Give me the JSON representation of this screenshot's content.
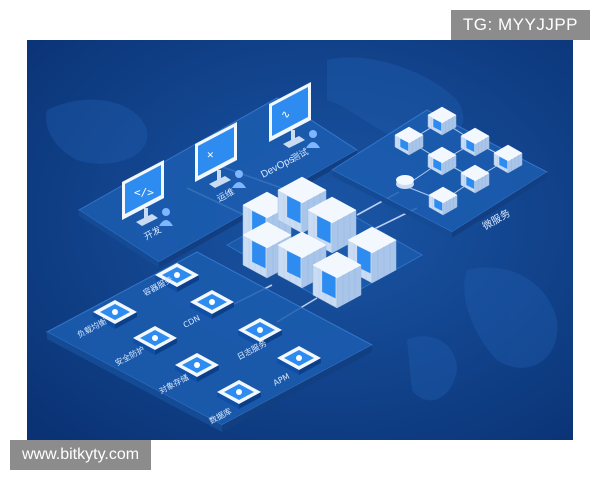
{
  "watermarks": {
    "top_right": "TG: MYYJJPP",
    "bottom_left": "www.bitkyty.com"
  },
  "colors": {
    "background": "#0d3f86",
    "platform": "#1c5db0",
    "platform_edge": "#3b7fd4",
    "cube_top": "#f3f8ff",
    "cube_left": "#c9dcf3",
    "cube_right": "#a9c6ea",
    "service_tile": "#2e8cf0",
    "label": "#d8e8ff"
  },
  "devops": {
    "label": "DevOps",
    "monitors": [
      {
        "label": "开发",
        "icon": "code-icon"
      },
      {
        "label": "运维",
        "icon": "tools-icon"
      },
      {
        "label": "测试",
        "icon": "pulse-icon"
      }
    ]
  },
  "microservices": {
    "label": "微服务"
  },
  "services": [
    {
      "label": "容器服务",
      "icon": "container-icon"
    },
    {
      "label": "CDN",
      "icon": "network-icon"
    },
    {
      "label": "负载均衡",
      "icon": "balance-icon"
    },
    {
      "label": "安全防护",
      "icon": "shield-icon"
    },
    {
      "label": "日志服务",
      "icon": "log-icon"
    },
    {
      "label": "对象存储",
      "icon": "storage-icon"
    },
    {
      "label": "APM",
      "icon": "chart-icon"
    },
    {
      "label": "数据库",
      "icon": "database-icon"
    }
  ]
}
